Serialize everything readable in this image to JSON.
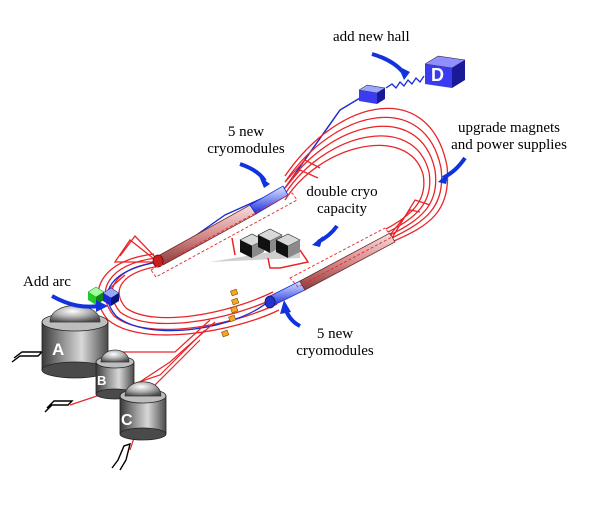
{
  "labels": {
    "add_new_hall": "add new hall",
    "new_cryomodules_top": [
      "5 new",
      "cryomodules"
    ],
    "upgrade_magnets": [
      "upgrade magnets",
      "and power supplies"
    ],
    "double_cryo": [
      "double cryo",
      "capacity"
    ],
    "add_arc": "Add arc",
    "new_cryomodules_bottom": [
      "5 new",
      "cryomodules"
    ]
  },
  "halls": {
    "a": "A",
    "b": "B",
    "c": "C",
    "d": "D"
  },
  "colors": {
    "beamline": "#e8262a",
    "new_beamline": "#1a2bd6",
    "arrow": "#1133dd",
    "linac_tube": "#e8b3b3",
    "tank_dark": "#6d6d6d",
    "hall_d": "#3b3bf0",
    "magnet": "#f5a623",
    "new_arc_box": "#22cc22"
  }
}
